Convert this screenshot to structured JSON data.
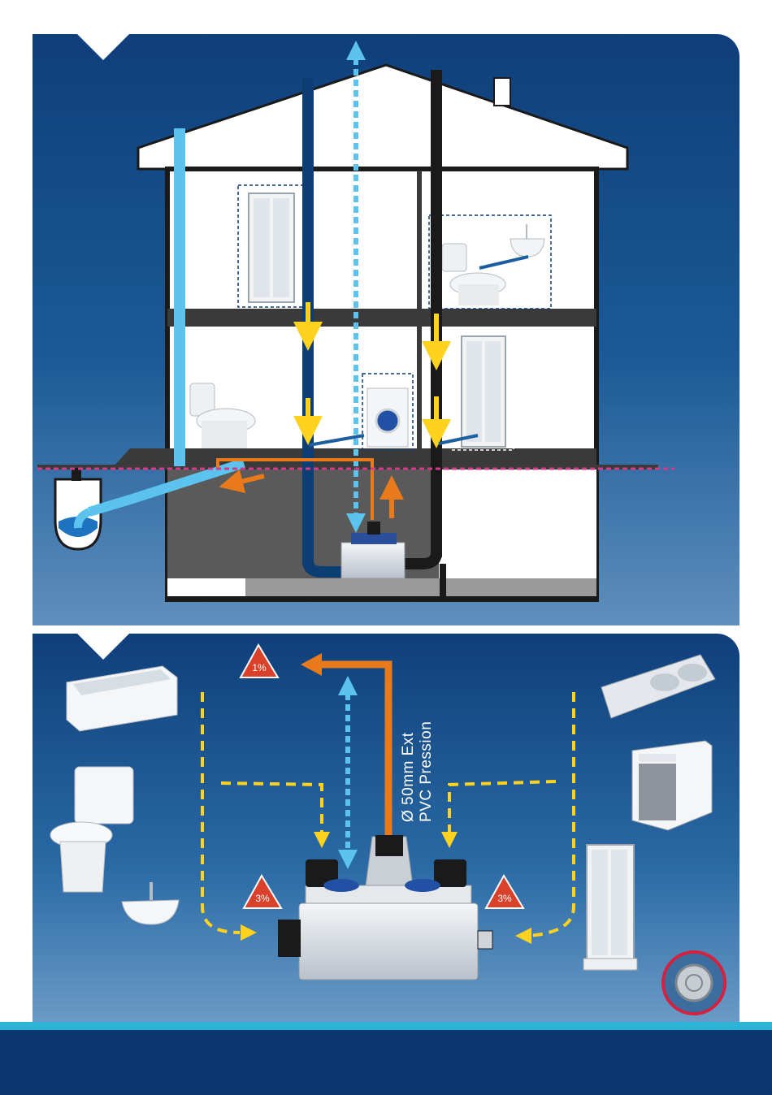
{
  "labels": {
    "pipe_diameter": "Ø 50mm Ext",
    "pipe_material": "PVC Pression",
    "slope_top": "1%",
    "slope_left": "3%",
    "slope_right": "3%"
  },
  "colors": {
    "panel_dark": "#0f3f7a",
    "vent_light_blue": "#5bc3ee",
    "pipe_dark_blue": "#0d3e73",
    "discharge_orange": "#e87a1c",
    "flow_yellow": "#ffd21f",
    "floor_line_magenta": "#d43a8c",
    "warning_red": "#d9412a",
    "footer_stripe": "#2bb4d4"
  },
  "icons": [
    "house-icon",
    "bathtub-icon",
    "toilet-icon",
    "sink-icon",
    "kitchen-sink-icon",
    "dishwasher-icon",
    "shower-icon",
    "washing-machine-icon",
    "pump-unit-icon",
    "floor-drain-icon",
    "sewer-icon",
    "warning-triangle-icon"
  ]
}
